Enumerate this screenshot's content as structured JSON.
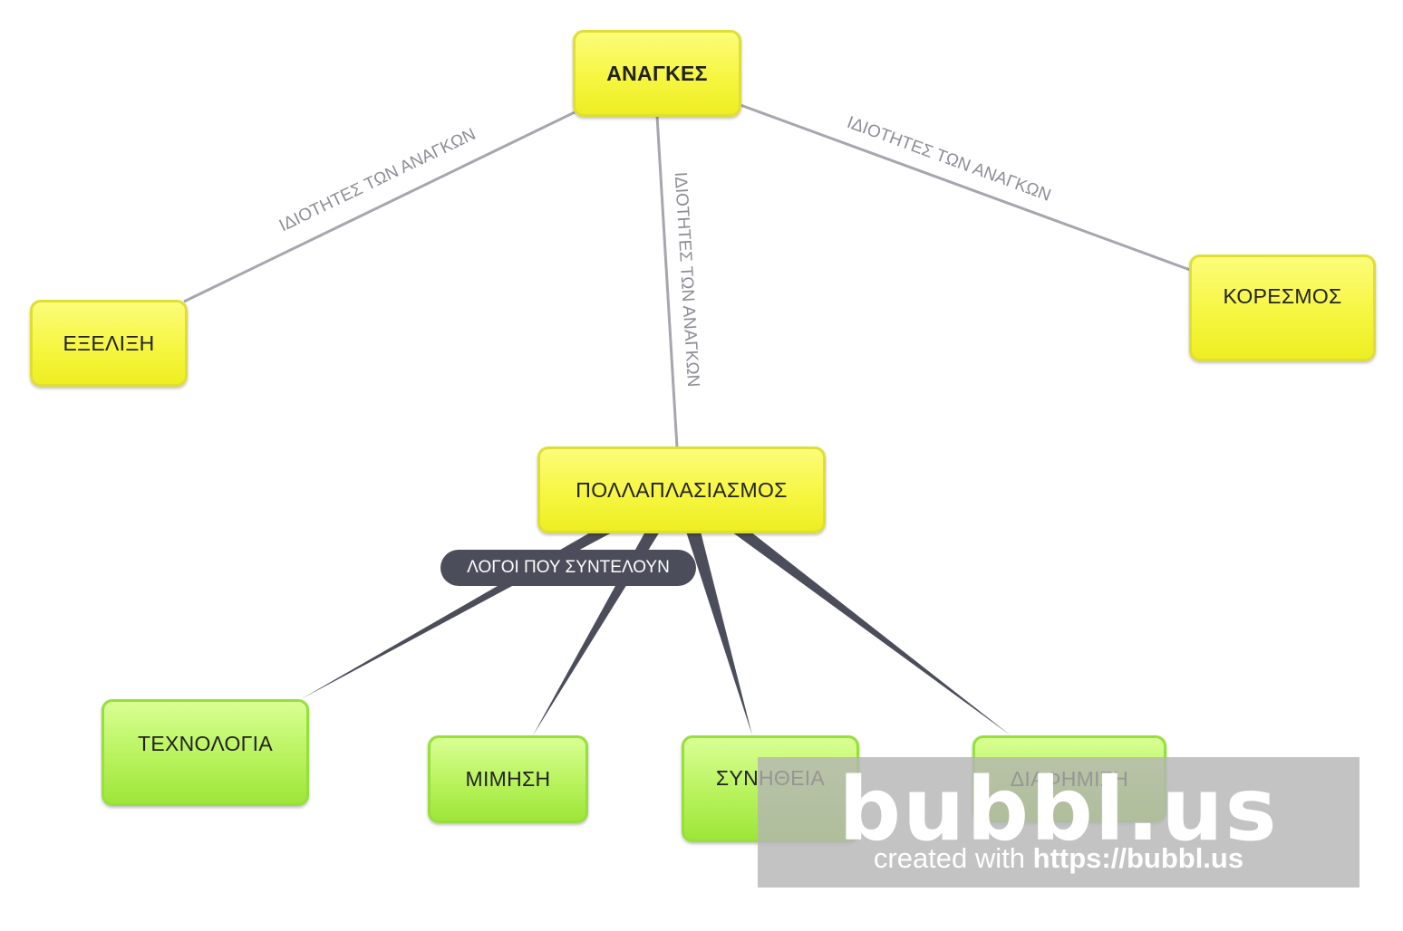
{
  "diagram": {
    "nodes": {
      "root": "ΑΝΑΓΚΕΣ",
      "exelixi": "ΕΞΕΛΙΞΗ",
      "koresmos": "ΚΟΡΕΣΜΟΣ",
      "pollaplasiasmos": "ΠΟΛΛΑΠΛΑΣΙΑΣΜΟΣ",
      "texnologia": "ΤΕΧΝΟΛΟΓΙΑ",
      "mimisi": "ΜΙΜΗΣΗ",
      "synitheia": "ΣΥΝΗΘΕΙΑ",
      "diafimisi": "ΔΙΑΦΗΜΙΣΗ"
    },
    "edge_labels": {
      "left": "ΙΔΙΟΤΗΤΕΣ ΤΩΝ ΑΝΑΓΚΩΝ",
      "center": "ΙΔΙΟΤΗΤΕΣ ΤΩΝ ΑΝΑΓΚΩΝ",
      "right": "ΙΔΙΟΤΗΤΕΣ ΤΩΝ ΑΝΑΓΚΩΝ"
    },
    "group_label": "ΛΟΓΟΙ ΠΟΥ ΣΥΝΤΕΛΟΥΝ",
    "colors": {
      "yellow_node": "#f6f642",
      "green_node": "#b8f25c",
      "thin_edge": "#a6a6ae",
      "thick_edge": "#4b4e5a"
    }
  },
  "watermark": {
    "logo": "bubbl.us",
    "caption_prefix": "created with ",
    "caption_url": "https://bubbl.us"
  }
}
